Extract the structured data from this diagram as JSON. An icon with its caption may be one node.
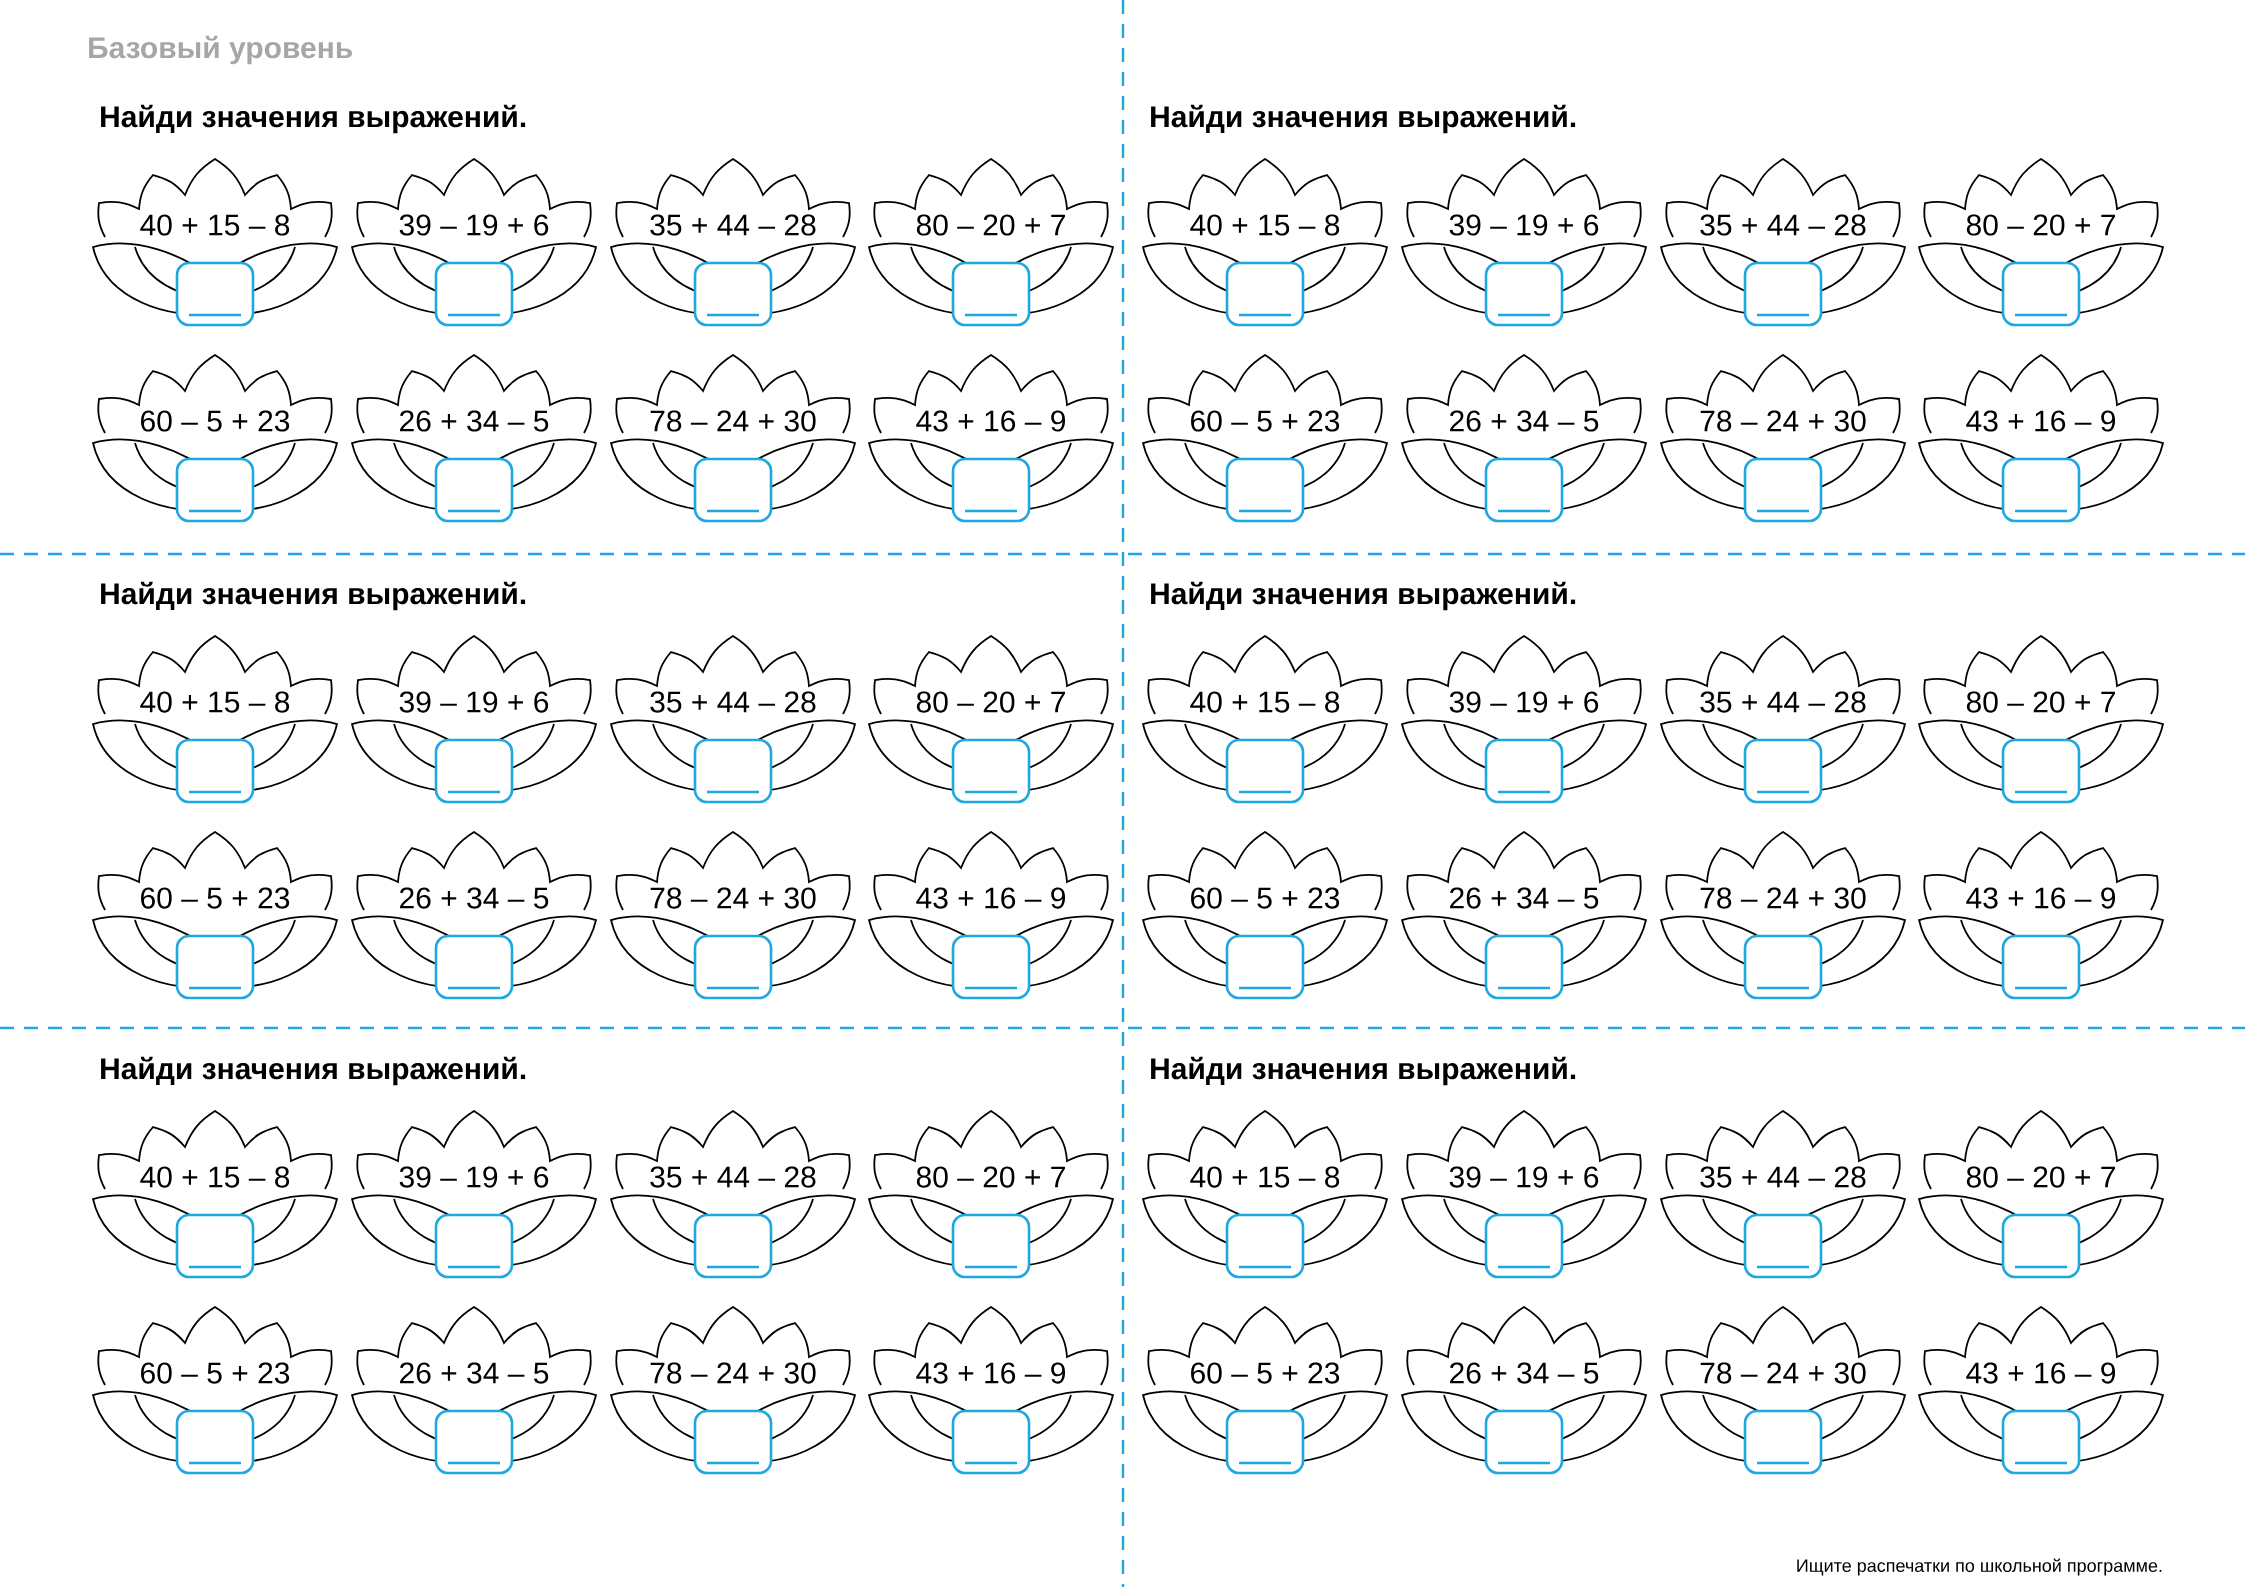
{
  "diagram": {
    "title": "Базовый уровень",
    "nodes": [
      {
        "text": [
          "40 + 15 – 8"
        ]
      },
      {
        "text": [
          "39 – 19 + 6"
        ]
      },
      {
        "text": [
          "35 + 44 – 28"
        ]
      },
      {
        "text": [
          "80 – 20 + 7"
        ]
      },
      {
        "text": [
          "60 – 5 + 23"
        ]
      },
      {
        "text": [
          "26 + 34 – 5"
        ]
      },
      {
        "text": [
          "78 – 24 + 30"
        ]
      },
      {
        "text": [
          "43 + 16 – 9"
        ]
      },
      {
        "text": [
          "40 + 15 – 8"
        ]
      },
      {
        "text": [
          "39 – 19 + 6"
        ]
      },
      {
        "text": [
          "35 + 44 – 28"
        ]
      },
      {
        "text": [
          "80 – 20 + 7"
        ]
      },
      {
        "text": [
          "60 – 5 + 23"
        ]
      },
      {
        "text": [
          "26 + 34 – 5"
        ]
      },
      {
        "text": [
          "78 – 24 + 30"
        ]
      },
      {
        "text": [
          "43 + 16 – 9"
        ]
      },
      {
        "text": [
          "40 + 15 – 8"
        ]
      },
      {
        "text": [
          "39 – 19 + 6"
        ]
      },
      {
        "text": [
          "35 + 44 – 28"
        ]
      },
      {
        "text": [
          "80 – 20 + 7"
        ]
      },
      {
        "text": [
          "60 – 5 + 23"
        ]
      },
      {
        "text": [
          "26 + 34 – 5"
        ]
      },
      {
        "text": [
          "78 – 24 + 30"
        ]
      },
      {
        "text": [
          "43 + 16 – 9"
        ]
      },
      {
        "text": [
          "40 + 15 – 8"
        ]
      },
      {
        "text": [
          "39 – 19 + 6"
        ]
      },
      {
        "text": [
          "35 + 44 – 28"
        ]
      },
      {
        "text": [
          "80 – 20 + 7"
        ]
      },
      {
        "text": [
          "60 – 5 + 23"
        ]
      },
      {
        "text": [
          "26 + 34 – 5"
        ]
      },
      {
        "text": [
          "78 – 24 + 30"
        ]
      },
      {
        "text": [
          "43 + 16 – 9"
        ]
      },
      {
        "text": [
          "40 + 15 – 8"
        ]
      },
      {
        "text": [
          "39 – 19 + 6"
        ]
      },
      {
        "text": [
          "35 + 44 – 28"
        ]
      },
      {
        "text": [
          "80 – 20 + 7"
        ]
      },
      {
        "text": [
          "60 – 5 + 23"
        ]
      },
      {
        "text": [
          "26 + 34 – 5"
        ]
      },
      {
        "text": [
          "78 – 24 + 30"
        ]
      },
      {
        "text": [
          "43 + 16 – 9"
        ]
      },
      {
        "text": [
          "40 + 15 – 8"
        ]
      },
      {
        "text": [
          "39 – 19 + 6"
        ]
      },
      {
        "text": [
          "35 + 44 – 28"
        ]
      },
      {
        "text": [
          "80 – 20 + 7"
        ]
      },
      {
        "text": [
          "60 – 5 + 23"
        ]
      },
      {
        "text": [
          "26 + 34 – 5"
        ]
      },
      {
        "text": [
          "78 – 24 + 30"
        ]
      },
      {
        "text": [
          "43 + 16 – 9"
        ]
      }
    ],
    "labels": [
      "Найди значения выражений.",
      "Найди значения выражений.",
      "Найди значения выражений.",
      "Найди значения выражений.",
      "Найди значения выражений.",
      "Найди значения выражений.",
      "Ищите распечатки по школьной программе."
    ]
  }
}
